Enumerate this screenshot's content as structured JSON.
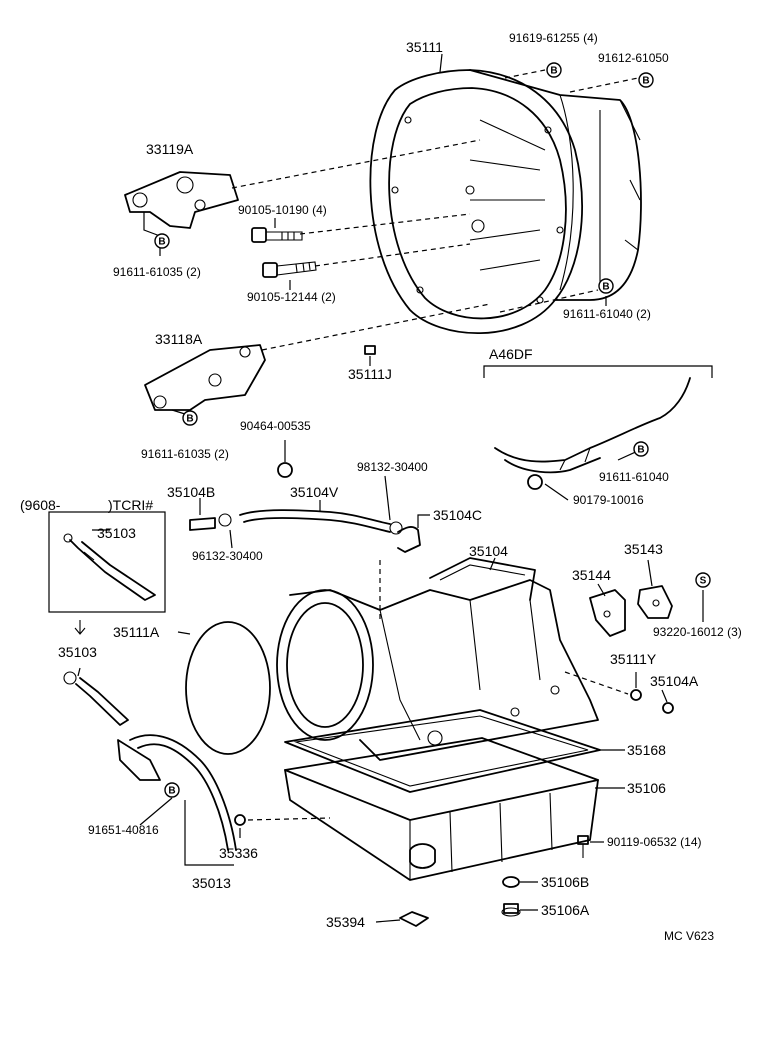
{
  "labels": {
    "p35111": "35111",
    "p91619": "91619-61255 (4)",
    "p91612": "91612-61050",
    "p33119a": "33119A",
    "p90105a": "90105-10190 (4)",
    "p90105b": "90105-12144 (2)",
    "p91611a": "91611-61035 (2)",
    "p91611b": "91611-61040 (2)",
    "p33118a": "33118A",
    "p35111j": "35111J",
    "pA46DF": "A46DF",
    "p91611c": "91611-61035 (2)",
    "p90464": "90464-00535",
    "p98132": "98132-30400",
    "p91611d": "91611-61040",
    "p90179": "90179-10016",
    "pTCRI_open": "(9608-",
    "pTCRI_close": ")TCRI#",
    "p35103a": "35103",
    "p35104b": "35104B",
    "p35104v": "35104V",
    "p35104c": "35104C",
    "p96132": "96132-30400",
    "p35104": "35104",
    "p35143": "35143",
    "p35144": "35144",
    "p93220": "93220-16012 (3)",
    "p35111a": "35111A",
    "p35103b": "35103",
    "p35111y": "35111Y",
    "p35104a": "35104A",
    "p35168": "35168",
    "p35106": "35106",
    "p91651": "91651-40816",
    "p35336": "35336",
    "p90119": "90119-06532 (14)",
    "p35013": "35013",
    "p35106b": "35106B",
    "p35106a": "35106A",
    "p35394": "35394",
    "code": "MC V623"
  },
  "badges": {
    "b": "B",
    "s": "S"
  }
}
